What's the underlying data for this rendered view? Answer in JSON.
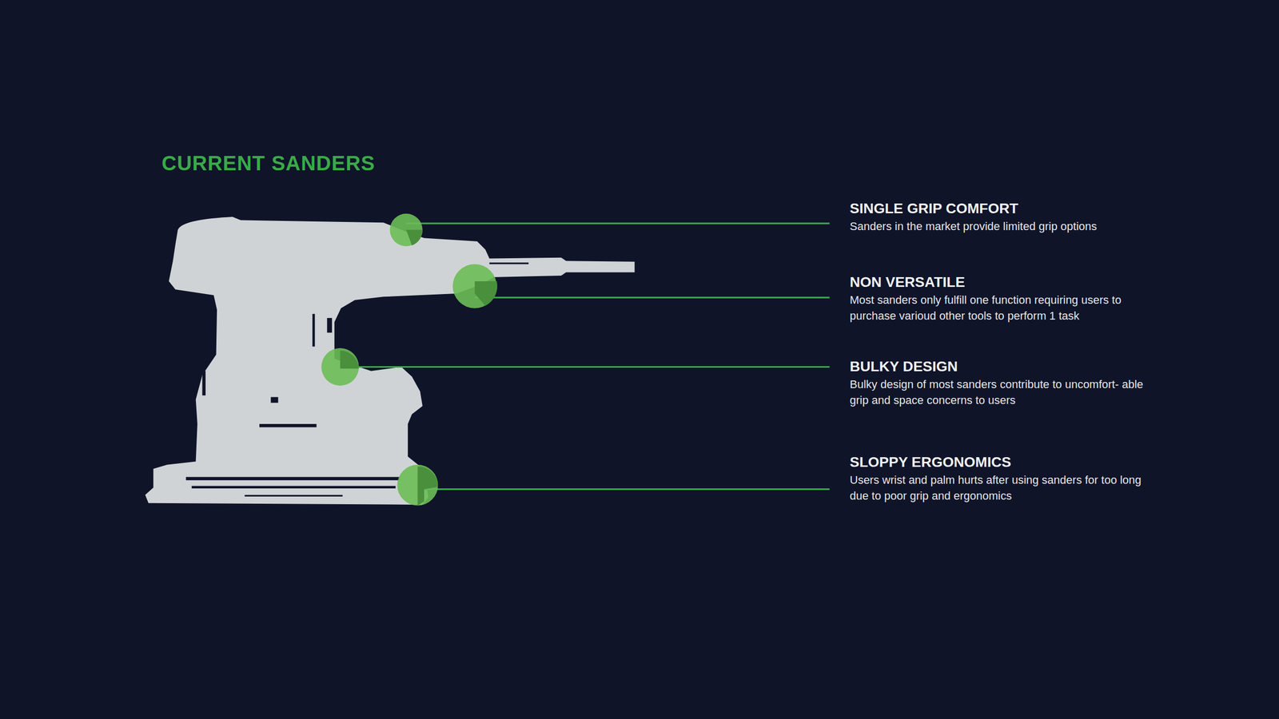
{
  "diagram": {
    "title": "CURRENT SANDERS",
    "labels": [
      "SINGLE GRIP COMFORT",
      "Sanders in the market provide limited grip options",
      "NON VERSATILE",
      "Most sanders only fulfill one function requiring users to purchase varioud other tools to perform 1 task",
      "BULKY DESIGN",
      "Bulky design of most sanders contribute to uncomfort- able grip and space concerns to users",
      "SLOPPY ERGONOMICS",
      "Users wrist and palm hurts after using sanders for too long due to poor grip and ergonomics"
    ]
  }
}
